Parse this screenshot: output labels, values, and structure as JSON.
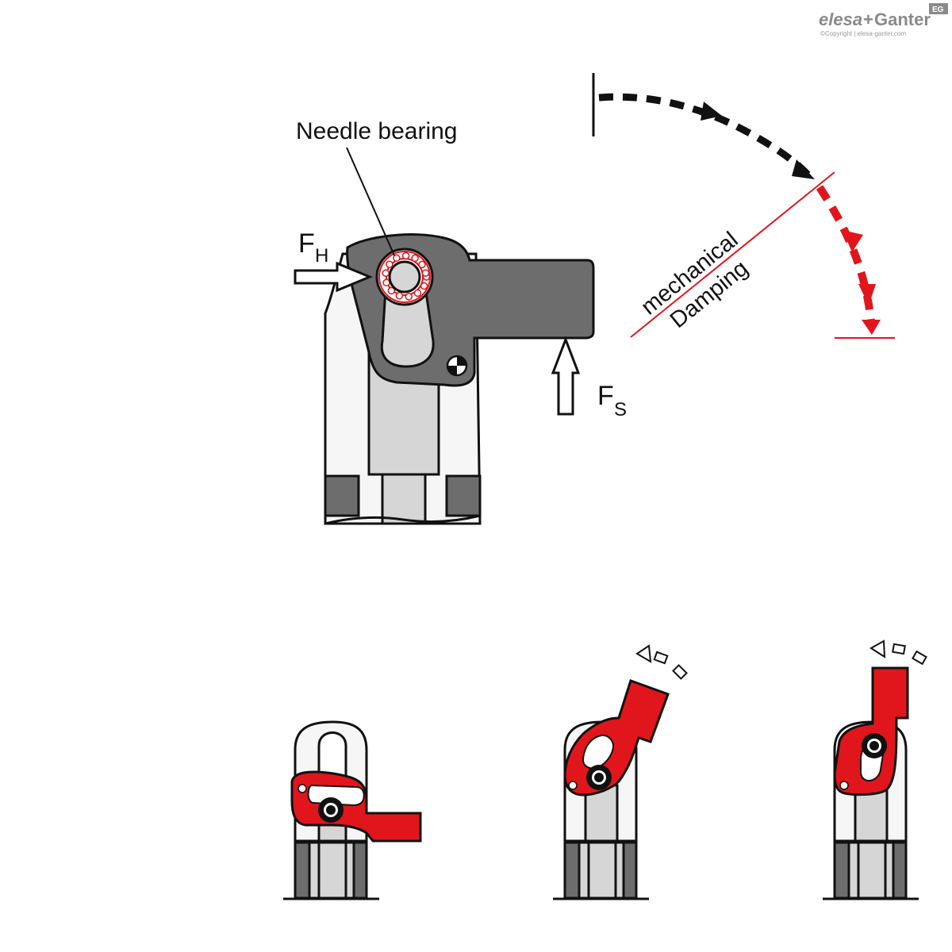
{
  "logo": {
    "brand_left": "elesa",
    "brand_plus": "+",
    "brand_right": "Ganter",
    "badge": "EG",
    "copyright": "©Copyright | elesa-ganter.com"
  },
  "labels": {
    "needle_bearing": "Needle bearing",
    "force_h_main": "F",
    "force_h_sub": "H",
    "force_s_main": "F",
    "force_s_sub": "S",
    "damping_line1": "mechanical",
    "damping_line2": "Damping"
  },
  "colors": {
    "dark_grey": "#6d6d6d",
    "light_grey": "#d6d6d6",
    "red": "#e0161c",
    "black": "#111111"
  }
}
